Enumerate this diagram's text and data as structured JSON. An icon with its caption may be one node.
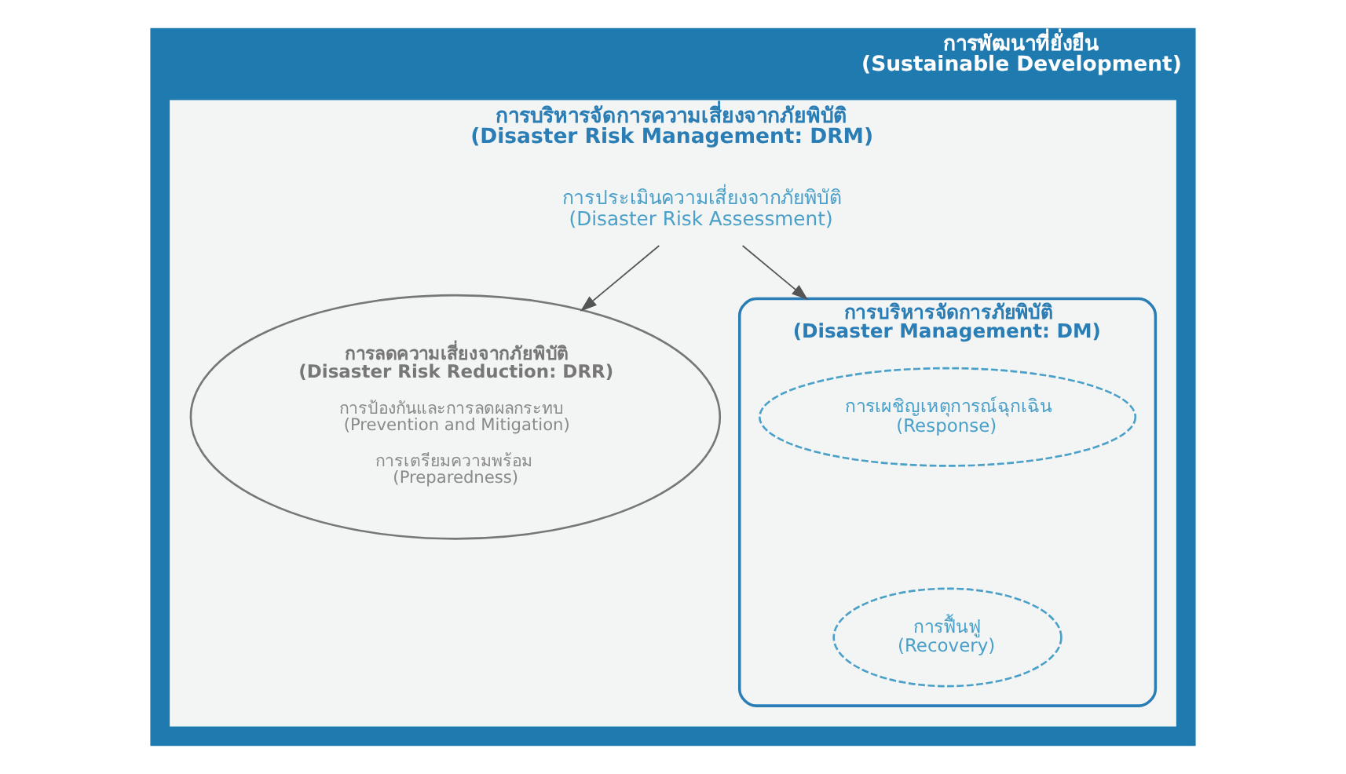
{
  "diagram": {
    "nodes": [
      {
        "text": [
          "การพัฒนาที่ยั่งยืน (Sustainable Development)"
        ]
      },
      {
        "text": [
          "การบริหารจัดการความเสี่ยงจากภัยพิบัติ (Disaster Risk Management: DRM)"
        ],
        "in": 0
      },
      {
        "text": [
          "การประเมินความเสี่ยงจากภัยพิบัติ (Disaster Risk Assessment)"
        ],
        "in": 1
      },
      {
        "text": [
          "การลดความเสี่ยงจากภัยพิบัติ (Disaster Risk Reduction: DRR)",
          "การป้องกันและการลดผลกระทบ (Prevention and Mitigation)",
          "การเตรียมความพร้อม (Preparedness)"
        ],
        "in": 1
      },
      {
        "text": [
          "การบริหารจัดการภัยพิบัติ (Disaster Management: DM)"
        ],
        "in": 1
      },
      {
        "text": [
          "การเผชิญเหตุการณ์ฉุกเฉิน (Response)"
        ],
        "in": 4
      },
      {
        "text": [
          "การฟื้นฟู (Recovery)"
        ],
        "in": 4
      }
    ],
    "edges": [
      {
        "from": 2,
        "to": 3,
        "arrow": "to"
      },
      {
        "from": 2,
        "to": 4,
        "arrow": "to"
      }
    ]
  }
}
